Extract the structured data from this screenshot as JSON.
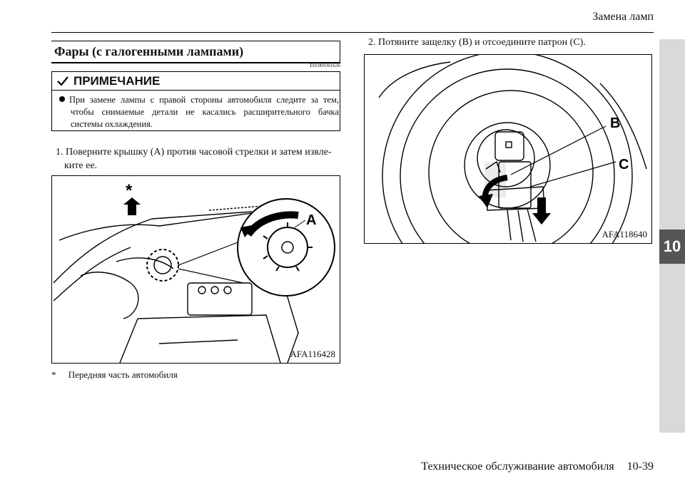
{
  "header": {
    "chapter_title": "Замена ламп"
  },
  "side_tab": {
    "chapter_number": "10"
  },
  "section": {
    "title": "Фары (с галогенными лампами)",
    "code": "E01009301636"
  },
  "note": {
    "heading": "ПРИМЕЧАНИЕ",
    "text": "При замене лампы с правой стороны автомобиля следите за тем, чтобы снимаемые детали не касались расширительного бачка системы охлаждения."
  },
  "steps": [
    {
      "number": "1.",
      "line1": "Поверните крышку (A) против часовой стрелки и затем извле-",
      "line2": "ките ее."
    },
    {
      "number": "2.",
      "text": "Потяните защелку (B) и отсоедините патрон (C)."
    }
  ],
  "figure1": {
    "code": "AFA116428",
    "label_a": "A",
    "label_star": "*"
  },
  "figure2": {
    "code": "AFA118640",
    "label_b": "B",
    "label_c": "C"
  },
  "footnote": {
    "mark": "*",
    "text": "Передняя часть автомобиля"
  },
  "footer": {
    "book_title": "Техническое обслуживание автомобиля",
    "page": "10-39"
  }
}
